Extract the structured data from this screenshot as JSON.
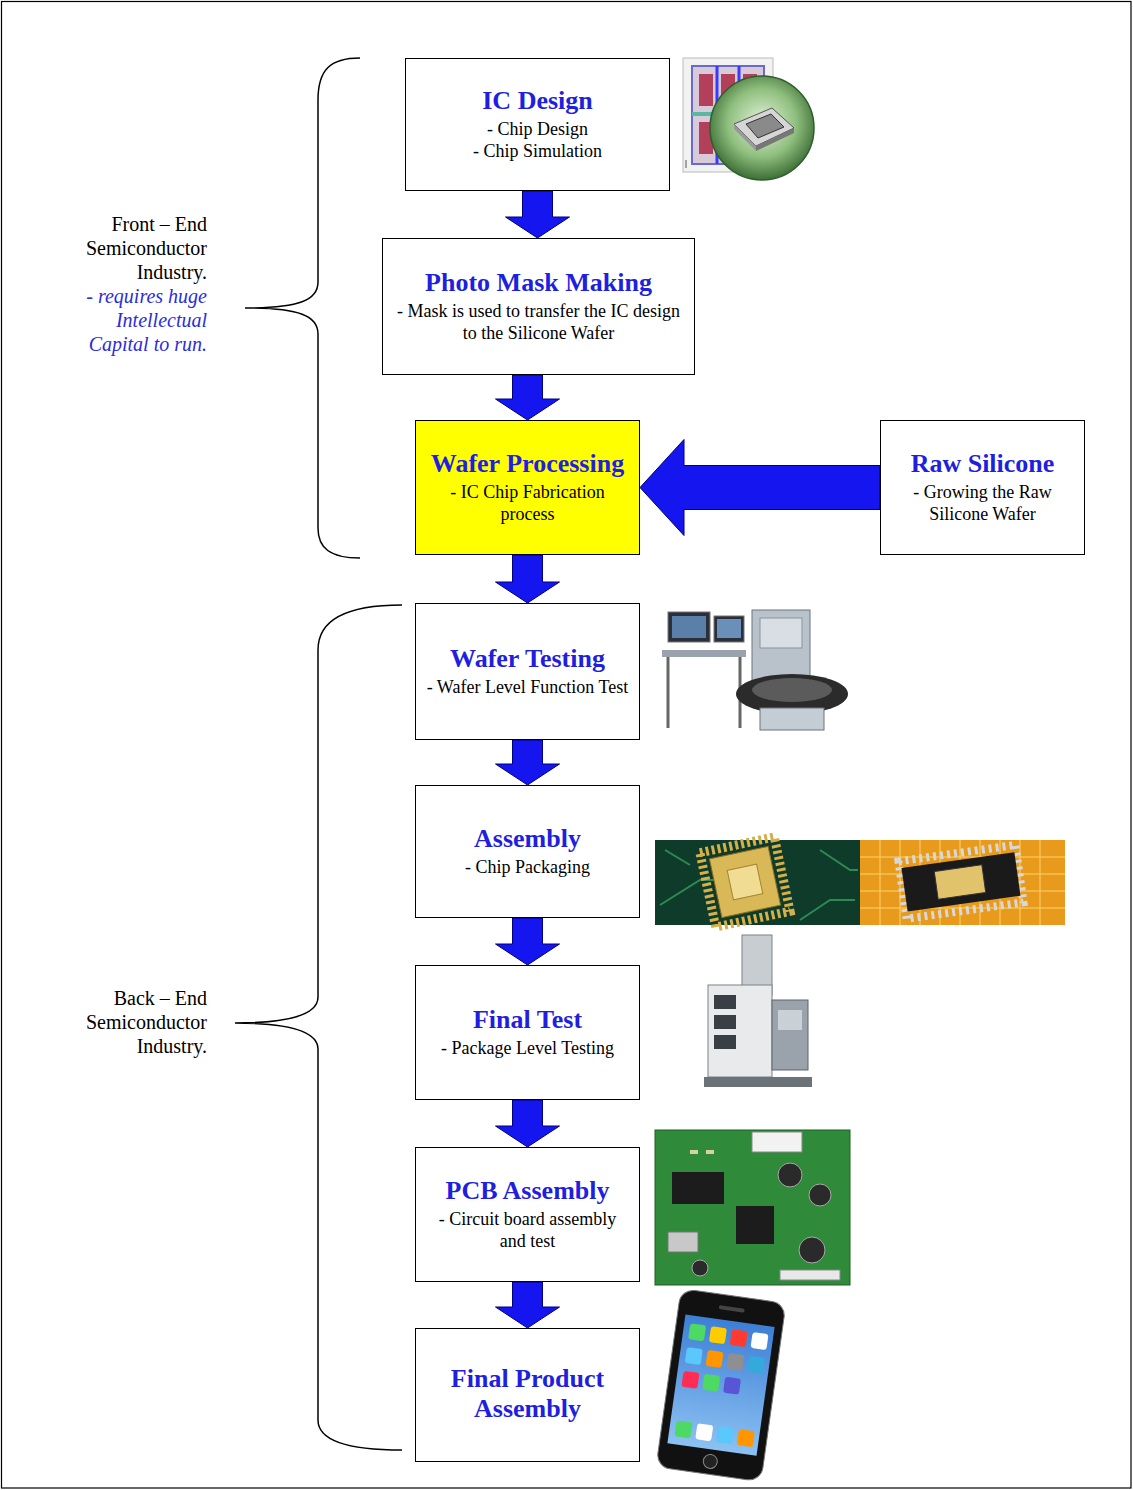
{
  "diagram": {
    "nodes": [
      {
        "text": [
          "IC Design",
          "- Chip Design",
          "- Chip Simulation"
        ]
      },
      {
        "text": [
          "Photo Mask Making",
          "- Mask is used to transfer the IC design to the Silicone Wafer"
        ]
      },
      {
        "text": [
          "Wafer Processing",
          "- IC Chip Fabrication process"
        ]
      },
      {
        "text": [
          "Raw Silicone",
          "- Growing the Raw Silicone Wafer"
        ]
      },
      {
        "text": [
          "Wafer Testing",
          "- Wafer Level Function Test"
        ]
      },
      {
        "text": [
          "Assembly",
          "- Chip Packaging"
        ]
      },
      {
        "text": [
          "Final Test",
          "- Package Level Testing"
        ]
      },
      {
        "text": [
          "PCB Assembly",
          "- Circuit board assembly and test"
        ]
      },
      {
        "text": [
          "Final Product Assembly"
        ]
      }
    ],
    "edges": [
      {
        "from": 0,
        "to": 1,
        "arrow": "to"
      },
      {
        "from": 1,
        "to": 2,
        "arrow": "to"
      },
      {
        "from": 3,
        "to": 2,
        "arrow": "to"
      },
      {
        "from": 2,
        "to": 4,
        "arrow": "to"
      },
      {
        "from": 4,
        "to": 5,
        "arrow": "to"
      },
      {
        "from": 5,
        "to": 6,
        "arrow": "to"
      },
      {
        "from": 6,
        "to": 7,
        "arrow": "to"
      },
      {
        "from": 7,
        "to": 8,
        "arrow": "to"
      }
    ],
    "labels": [
      "Front – End Semiconductor Industry.",
      "- requires huge Intellectual Capital to run.",
      "Back – End Semiconductor Industry."
    ]
  }
}
